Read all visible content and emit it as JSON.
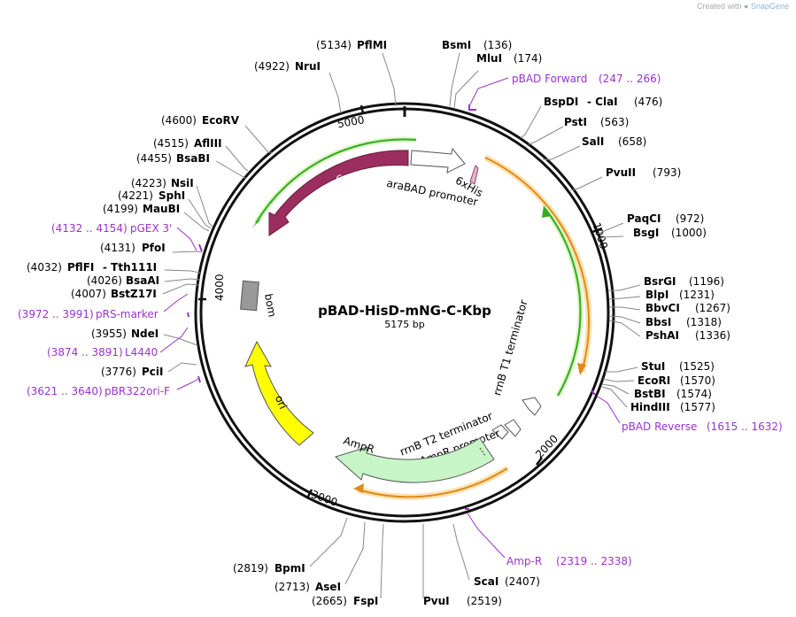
{
  "credit": {
    "prefix": "Created with",
    "brand": "SnapGene"
  },
  "plasmid": {
    "name": "pBAD-HisD-mNG-C-Kbp",
    "size": "5175 bp"
  },
  "colors": {
    "backbone": "#111111",
    "enzyme_text": "#000000",
    "primer": "#9933cc",
    "araC": "#9b2d5f",
    "green_line": "#33aa22",
    "orange_line": "#e08a1a",
    "ori": "#ffff00",
    "AmpR": "#c8f5c8",
    "bom": "#999999"
  },
  "ticks": [
    "1000",
    "2000",
    "3000",
    "4000",
    "5000"
  ],
  "enzymes": [
    {
      "name": "PflMI",
      "pos": "(5134)"
    },
    {
      "name": "BsmI",
      "pos": "(136)"
    },
    {
      "name": "MluI",
      "pos": "(174)"
    },
    {
      "name": "NruI",
      "pos": "(4922)"
    },
    {
      "name": "BspDI",
      "name2": "- ClaI",
      "pos": "(476)"
    },
    {
      "name": "PstI",
      "pos": "(563)"
    },
    {
      "name": "SalI",
      "pos": "(658)"
    },
    {
      "name": "EcoRV",
      "pos": "(4600)"
    },
    {
      "name": "PvuII",
      "pos": "(793)"
    },
    {
      "name": "AflIII",
      "pos": "(4515)"
    },
    {
      "name": "BsaBI",
      "pos": "(4455)"
    },
    {
      "name": "NsiI",
      "pos": "(4223)"
    },
    {
      "name": "SphI",
      "pos": "(4221)"
    },
    {
      "name": "MauBI",
      "pos": "(4199)"
    },
    {
      "name": "PaqCI",
      "pos": "(972)"
    },
    {
      "name": "BsgI",
      "pos": "(1000)"
    },
    {
      "name": "PfoI",
      "pos": "(4131)"
    },
    {
      "name": "PflFI",
      "name2": "- Tth111I",
      "pos": "(4032)"
    },
    {
      "name": "BsaAI",
      "pos": "(4026)"
    },
    {
      "name": "BstZ17I",
      "pos": "(4007)"
    },
    {
      "name": "BsrGI",
      "pos": "(1196)"
    },
    {
      "name": "BlpI",
      "pos": "(1231)"
    },
    {
      "name": "BbvCI",
      "pos": "(1267)"
    },
    {
      "name": "BbsI",
      "pos": "(1318)"
    },
    {
      "name": "PshAI",
      "pos": "(1336)"
    },
    {
      "name": "NdeI",
      "pos": "(3955)"
    },
    {
      "name": "PciI",
      "pos": "(3776)"
    },
    {
      "name": "StuI",
      "pos": "(1525)"
    },
    {
      "name": "EcoRI",
      "pos": "(1570)"
    },
    {
      "name": "BstBI",
      "pos": "(1574)"
    },
    {
      "name": "HindIII",
      "pos": "(1577)"
    },
    {
      "name": "BpmI",
      "pos": "(2819)"
    },
    {
      "name": "AseI",
      "pos": "(2713)"
    },
    {
      "name": "FspI",
      "pos": "(2665)"
    },
    {
      "name": "PvuI",
      "pos": "(2519)"
    },
    {
      "name": "ScaI",
      "pos": "(2407)"
    }
  ],
  "primers": [
    {
      "name": "pBAD Forward",
      "range": "(247 .. 266)"
    },
    {
      "name": "pGEX 3'",
      "range": "(4132 .. 4154)"
    },
    {
      "name": "pRS-marker",
      "range": "(3972 .. 3991)"
    },
    {
      "name": "L4440",
      "range": "(3874 .. 3891)"
    },
    {
      "name": "pBR322ori-F",
      "range": "(3621 .. 3640)"
    },
    {
      "name": "pBAD Reverse",
      "range": "(1615 .. 1632)"
    },
    {
      "name": "Amp-R",
      "range": "(2319 .. 2338)"
    }
  ],
  "features": {
    "araC": "araC",
    "araBAD": "araBAD promoter",
    "his": "6xHis",
    "rrnB_T1": "rrnB T1 terminator",
    "rrnB_T2": "rrnB T2 terminator",
    "AmpR_promoter": "AmpR promoter",
    "AmpR": "AmpR",
    "ori": "ori",
    "bom": "bom"
  }
}
